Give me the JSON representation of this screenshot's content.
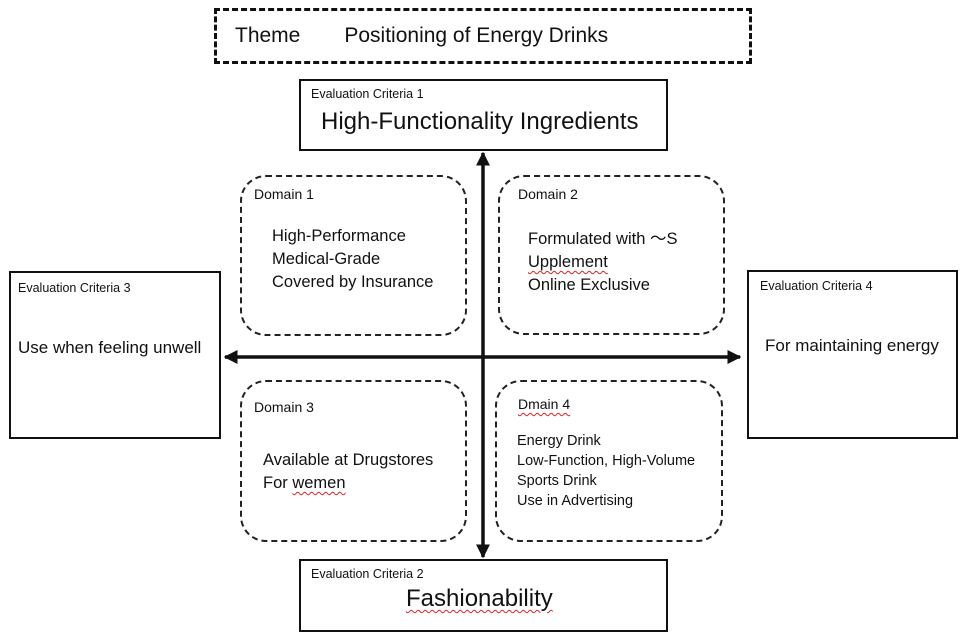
{
  "theme": {
    "label": "Theme",
    "title": "Positioning of Energy Drinks"
  },
  "criteria": {
    "top": {
      "label": "Evaluation Criteria 1",
      "text": "High-Functionality Ingredients"
    },
    "bottom": {
      "label": "Evaluation Criteria 2",
      "text": "Fashionability"
    },
    "left": {
      "label": "Evaluation Criteria 3",
      "text": "Use when feeling unwell"
    },
    "right": {
      "label": "Evaluation Criteria 4",
      "text": "For maintaining energy"
    }
  },
  "domains": [
    {
      "title": "Domain 1",
      "items": [
        "High-Performance",
        "Medical-Grade",
        "Covered by Insurance"
      ]
    },
    {
      "title": "Domain 2",
      "items": [
        "Formulated with ～S",
        "Upplement",
        "Online Exclusive"
      ]
    },
    {
      "title": "Domain 3",
      "items": [
        "Available at Drugstores",
        "For wemen"
      ]
    },
    {
      "title": "Dmain 4",
      "items": [
        "Energy Drink",
        "Low-Function, High-Volume",
        "Sports Drink",
        "Use in Advertising"
      ]
    }
  ]
}
